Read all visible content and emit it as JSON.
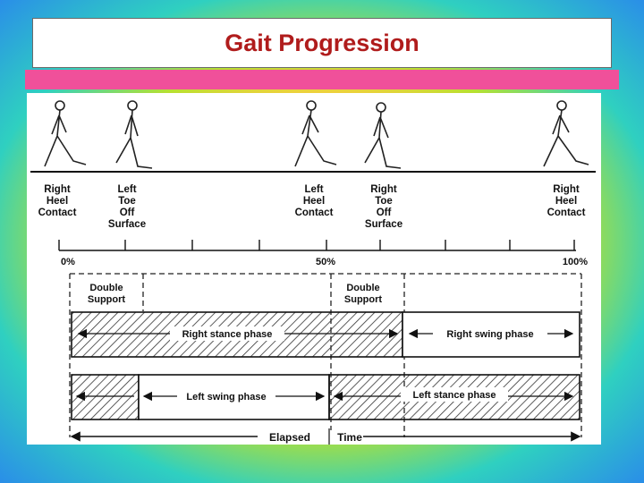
{
  "slide": {
    "title": "Gait Progression"
  },
  "events": [
    {
      "lines": [
        "Right",
        "Heel",
        "Contact"
      ]
    },
    {
      "lines": [
        "Left",
        "Toe",
        "Off",
        "Surface"
      ]
    },
    {
      "lines": [
        "Left",
        "Heel",
        "Contact"
      ]
    },
    {
      "lines": [
        "Right",
        "Toe",
        "Off",
        "Surface"
      ]
    },
    {
      "lines": [
        "Right",
        "Heel",
        "Contact"
      ]
    }
  ],
  "scale": {
    "start": "0%",
    "mid": "50%",
    "end": "100%"
  },
  "double_support": [
    {
      "lines": [
        "Double",
        "Support"
      ]
    },
    {
      "lines": [
        "Double",
        "Support"
      ]
    }
  ],
  "phases": {
    "right_stance": "Right stance phase",
    "right_swing": "Right swing phase",
    "left_swing": "Left swing phase",
    "left_stance": "Left stance phase"
  },
  "timeline": {
    "elapsed": "Elapsed",
    "time": "Time"
  },
  "colors": {
    "title": "#b01c1c",
    "band": "#f0509a"
  }
}
